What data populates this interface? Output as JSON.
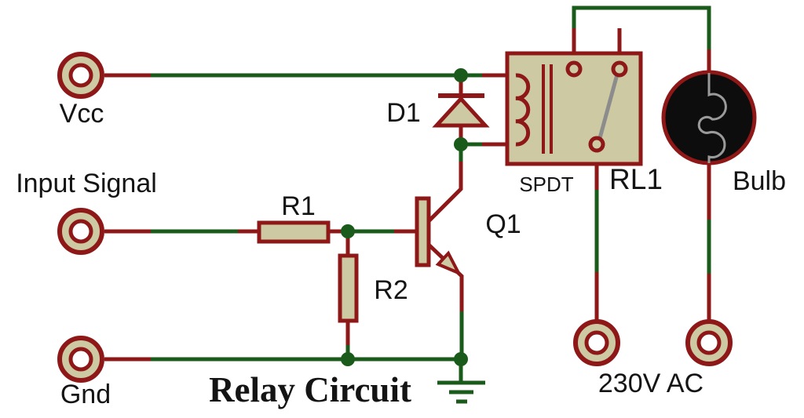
{
  "title": "Relay Circuit",
  "labels": {
    "vcc": "Vcc",
    "input_signal": "Input Signal",
    "gnd": "Gnd",
    "r1": "R1",
    "r2": "R2",
    "q1": "Q1",
    "d1": "D1",
    "spdt": "SPDT",
    "rl1": "RL1",
    "bulb": "Bulb",
    "ac_supply": "230V AC"
  },
  "colors": {
    "wire-green": "#1A5A1A",
    "component-red": "#8E1717",
    "fill-beige": "#CDC9A3",
    "switch-gray": "#8C8C8C",
    "filament-gray": "#9A9A9A",
    "bulb-black": "#0D0D0D",
    "text-black": "#141414",
    "bg": "#FFFFFF"
  }
}
